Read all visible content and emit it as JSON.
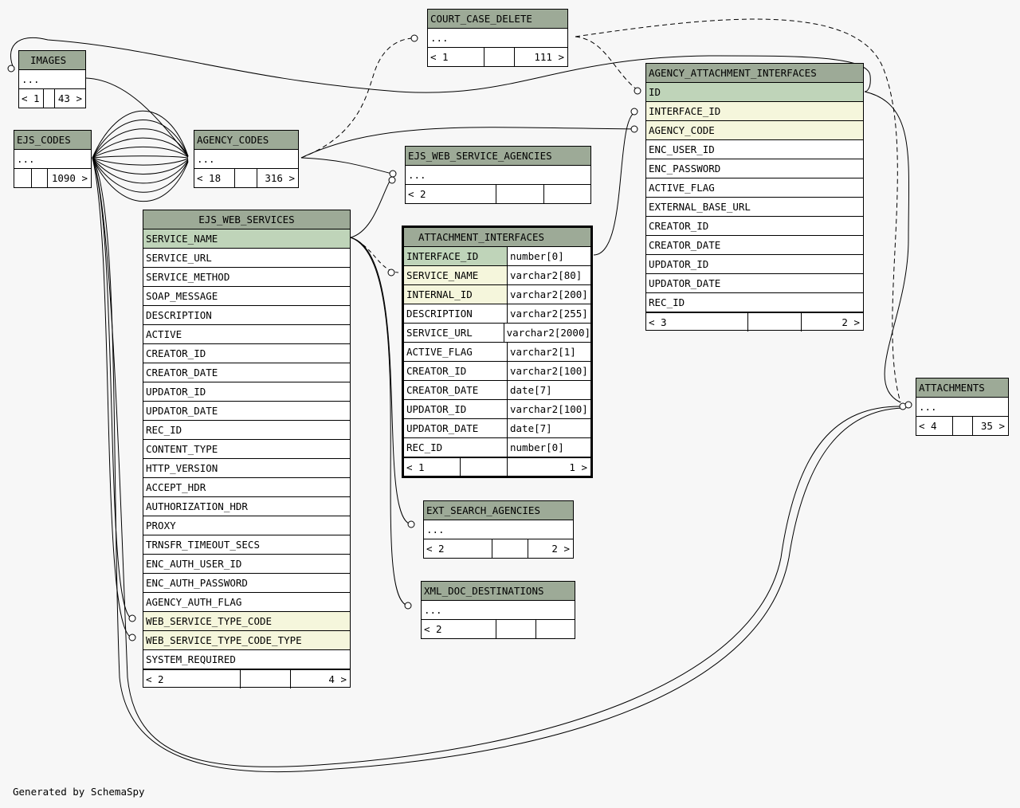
{
  "credit": "Generated by SchemaSpy",
  "tables": {
    "court_case_delete": {
      "name": "COURT_CASE_DELETE",
      "body": "...",
      "parents": "< 1",
      "children": "111 >"
    },
    "images": {
      "name": "IMAGES",
      "body": "...",
      "parents": "< 1",
      "children": "43 >"
    },
    "ejs_codes": {
      "name": "EJS_CODES",
      "body": "...",
      "children": "1090 >"
    },
    "agency_codes": {
      "name": "AGENCY_CODES",
      "body": "...",
      "parents": "< 18",
      "children": "316 >"
    },
    "ejs_web_service_agencies": {
      "name": "EJS_WEB_SERVICE_AGENCIES",
      "body": "...",
      "parents": "< 2"
    },
    "ejs_web_services": {
      "name": "EJS_WEB_SERVICES",
      "columns": [
        "SERVICE_NAME",
        "SERVICE_URL",
        "SERVICE_METHOD",
        "SOAP_MESSAGE",
        "DESCRIPTION",
        "ACTIVE",
        "CREATOR_ID",
        "CREATOR_DATE",
        "UPDATOR_ID",
        "UPDATOR_DATE",
        "REC_ID",
        "CONTENT_TYPE",
        "HTTP_VERSION",
        "ACCEPT_HDR",
        "AUTHORIZATION_HDR",
        "PROXY",
        "TRNSFR_TIMEOUT_SECS",
        "ENC_AUTH_USER_ID",
        "ENC_AUTH_PASSWORD",
        "AGENCY_AUTH_FLAG",
        "WEB_SERVICE_TYPE_CODE",
        "WEB_SERVICE_TYPE_CODE_TYPE",
        "SYSTEM_REQUIRED"
      ],
      "parents": "< 2",
      "children": "4 >"
    },
    "attachment_interfaces": {
      "name": "ATTACHMENT_INTERFACES",
      "columns": [
        {
          "name": "INTERFACE_ID",
          "type": "number[0]"
        },
        {
          "name": "SERVICE_NAME",
          "type": "varchar2[80]"
        },
        {
          "name": "INTERNAL_ID",
          "type": "varchar2[200]"
        },
        {
          "name": "DESCRIPTION",
          "type": "varchar2[255]"
        },
        {
          "name": "SERVICE_URL",
          "type": "varchar2[2000]"
        },
        {
          "name": "ACTIVE_FLAG",
          "type": "varchar2[1]"
        },
        {
          "name": "CREATOR_ID",
          "type": "varchar2[100]"
        },
        {
          "name": "CREATOR_DATE",
          "type": "date[7]"
        },
        {
          "name": "UPDATOR_ID",
          "type": "varchar2[100]"
        },
        {
          "name": "UPDATOR_DATE",
          "type": "date[7]"
        },
        {
          "name": "REC_ID",
          "type": "number[0]"
        }
      ],
      "parents": "< 1",
      "children": "1 >"
    },
    "agency_attachment_interfaces": {
      "name": "AGENCY_ATTACHMENT_INTERFACES",
      "columns": [
        "ID",
        "INTERFACE_ID",
        "AGENCY_CODE",
        "ENC_USER_ID",
        "ENC_PASSWORD",
        "ACTIVE_FLAG",
        "EXTERNAL_BASE_URL",
        "CREATOR_ID",
        "CREATOR_DATE",
        "UPDATOR_ID",
        "UPDATOR_DATE",
        "REC_ID"
      ],
      "parents": "< 3",
      "children": "2 >"
    },
    "ext_search_agencies": {
      "name": "EXT_SEARCH_AGENCIES",
      "body": "...",
      "parents": "< 2",
      "children": "2 >"
    },
    "xml_doc_destinations": {
      "name": "XML_DOC_DESTINATIONS",
      "body": "...",
      "parents": "< 2"
    },
    "attachments": {
      "name": "ATTACHMENTS",
      "body": "...",
      "parents": "< 4",
      "children": "35 >"
    }
  },
  "colors": {
    "header": "#9daa97",
    "primary_key": "#bfd4b9",
    "foreign_key": "#f5f6dc",
    "background": "#f7f7f7"
  }
}
